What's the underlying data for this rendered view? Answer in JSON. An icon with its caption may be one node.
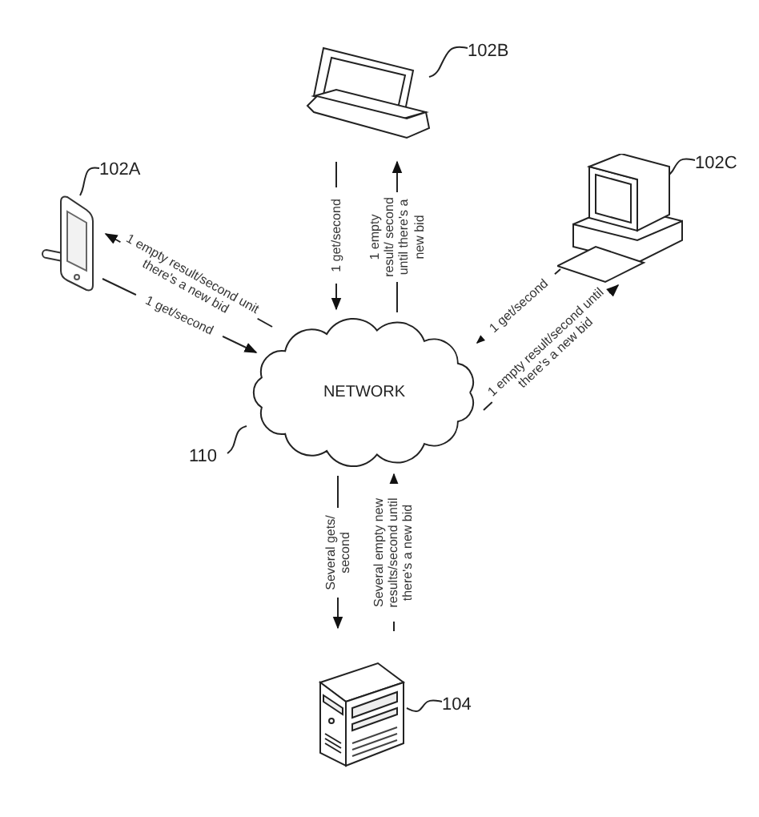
{
  "diagram": {
    "nodes": [
      {
        "text": [],
        "shape": "picture"
      },
      {
        "text": [
          "102A"
        ]
      },
      {
        "text": [],
        "shape": "picture"
      },
      {
        "text": [
          "102B"
        ]
      },
      {
        "text": [],
        "shape": "picture"
      },
      {
        "text": [
          "102C"
        ]
      },
      {
        "text": [
          "NETWORK"
        ]
      },
      {
        "text": [
          "110"
        ]
      },
      {
        "text": [],
        "shape": "picture"
      },
      {
        "text": [
          "104"
        ]
      }
    ],
    "edges": [
      {
        "from": 6,
        "to": 0,
        "arrow": "to",
        "label": "1 empty result/second unit there's a new bid"
      },
      {
        "from": 0,
        "to": 6,
        "arrow": "to",
        "label": "1 get/second"
      },
      {
        "from": 2,
        "to": 6,
        "arrow": "to",
        "label": "1 get/second"
      },
      {
        "from": 6,
        "to": 2,
        "arrow": "to",
        "label": "1 empty result/ second until there's a new bid"
      },
      {
        "from": 4,
        "to": 6,
        "arrow": "to",
        "label": "1 get/second"
      },
      {
        "from": 6,
        "to": 4,
        "arrow": "to",
        "label": "1 empty result/second until there's a new bid"
      },
      {
        "from": 6,
        "to": 8,
        "arrow": "to",
        "label": "Several gets/ second"
      },
      {
        "from": 8,
        "to": 6,
        "arrow": "to",
        "label": "Several empty new results/second until there's a new bid"
      },
      {
        "from": 1,
        "to": 0,
        "arrow": "none"
      },
      {
        "from": 3,
        "to": 2,
        "arrow": "none"
      },
      {
        "from": 5,
        "to": 4,
        "arrow": "none"
      },
      {
        "from": 7,
        "to": 6,
        "arrow": "none"
      },
      {
        "from": 9,
        "to": 8,
        "arrow": "none"
      }
    ]
  }
}
